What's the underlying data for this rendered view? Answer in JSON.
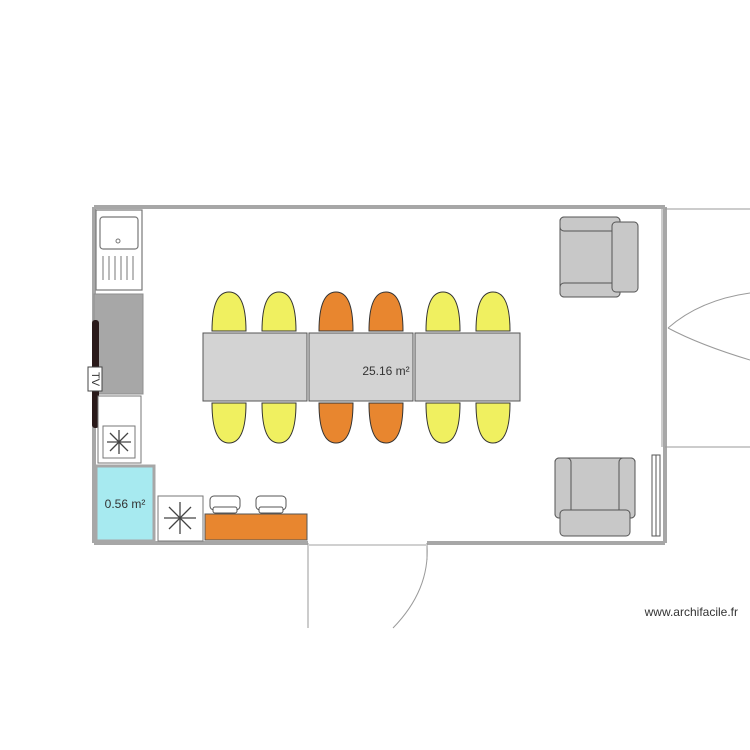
{
  "rooms": {
    "main_area": "25.16 m²",
    "small_area": "0.56 m²"
  },
  "furniture": {
    "tv_label": "TV"
  },
  "watermark": "www.archifacile.fr",
  "colors": {
    "wall": "#a7a7a7",
    "small_room_fill": "#a7eaf0",
    "table": "#d3d3d3",
    "chair_yellow": "#f0f060",
    "chair_orange": "#e8862f",
    "counter_orange": "#e8862f",
    "armchair": "#c8c8c8",
    "cabinet": "#a7a7a7",
    "tv": "#2a1a1a"
  }
}
